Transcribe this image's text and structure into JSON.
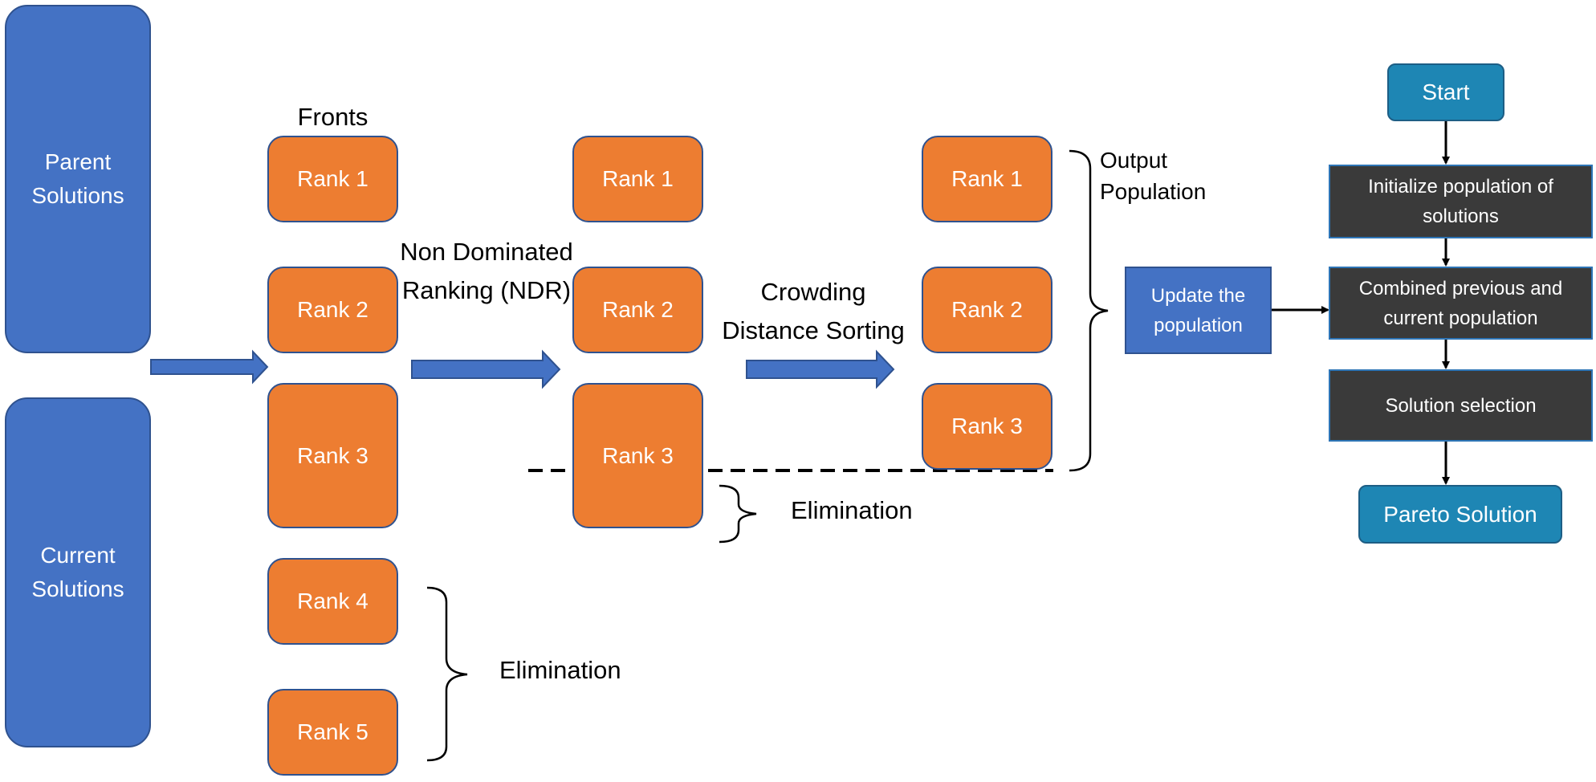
{
  "sources": {
    "parent": "Parent Solutions",
    "current": "Current Solutions"
  },
  "labels": {
    "fronts": "Fronts",
    "ndr": "Non Dominated Ranking (NDR)",
    "crowding": "Crowding Distance Sorting",
    "output": "Output Population",
    "elimination_mid": "Elimination",
    "elimination_low": "Elimination"
  },
  "fronts_column": [
    "Rank 1",
    "Rank 2",
    "Rank 3",
    "Rank 4",
    "Rank 5"
  ],
  "ndr_column": [
    "Rank 1",
    "Rank 2",
    "Rank 3"
  ],
  "output_column": [
    "Rank 1",
    "Rank 2",
    "Rank 3"
  ],
  "update": "Update the population",
  "flowchart": {
    "start": "Start",
    "step1": "Initialize population of solutions",
    "step2": "Combined previous and current population",
    "step3": "Solution selection",
    "end": "Pareto Solution"
  },
  "colors": {
    "blue": "#4472c4",
    "orange": "#ed7d31",
    "dark": "#3a3a3a",
    "teal": "#1e86b4"
  }
}
